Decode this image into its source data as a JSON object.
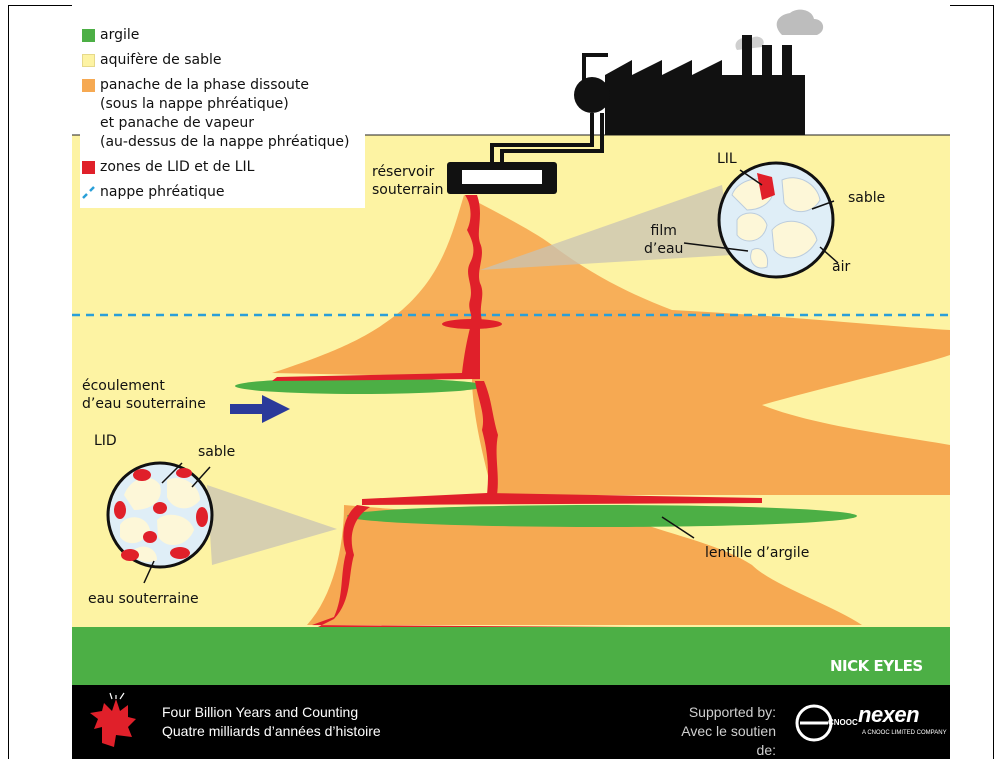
{
  "legend": {
    "items": [
      {
        "label": "argile",
        "color": "#4caf45"
      },
      {
        "label": "aquifère de sable",
        "color": "#fdf3a3"
      },
      {
        "label_lines": [
          "panache de la phase dissoute",
          "(sous la nappe phréatique)",
          "et panache de vapeur",
          "(au-dessus de la nappe phréatique)"
        ],
        "color": "#f6a952"
      },
      {
        "label": "zones de LID et de LIL",
        "color": "#e0202a"
      },
      {
        "label": "nappe phréatique",
        "color": "#2a9fd8"
      }
    ]
  },
  "labels": {
    "tank": [
      "réservoir",
      "souterrain"
    ],
    "lil": "LIL",
    "sable_top": "sable",
    "film": [
      "film",
      "d’eau"
    ],
    "air": "air",
    "flow": [
      "écoulement",
      "d’eau souterraine"
    ],
    "lid": "LID",
    "sable_bottom": "sable",
    "groundwater": "eau souterraine",
    "clay_lens": "lentille d’argile"
  },
  "credit": "NICK EYLES",
  "footer": {
    "title_en": "Four Billion Years and Counting",
    "title_fr": "Quatre milliards d’années d’histoire",
    "supported_en": "Supported by:",
    "supported_fr": "Avec le soutien de:",
    "sponsor2": "nexen",
    "sponsor2_sub": "A CNOOC LIMITED COMPANY",
    "sponsor1": "CNOOC"
  },
  "colors": {
    "sand": "#fdf3a3",
    "plume": "#f6a952",
    "napl": "#e0202a",
    "clay": "#4caf45",
    "water_table": "#2a9fd8",
    "arrow": "#2b3a9a",
    "footer": "#000000"
  }
}
